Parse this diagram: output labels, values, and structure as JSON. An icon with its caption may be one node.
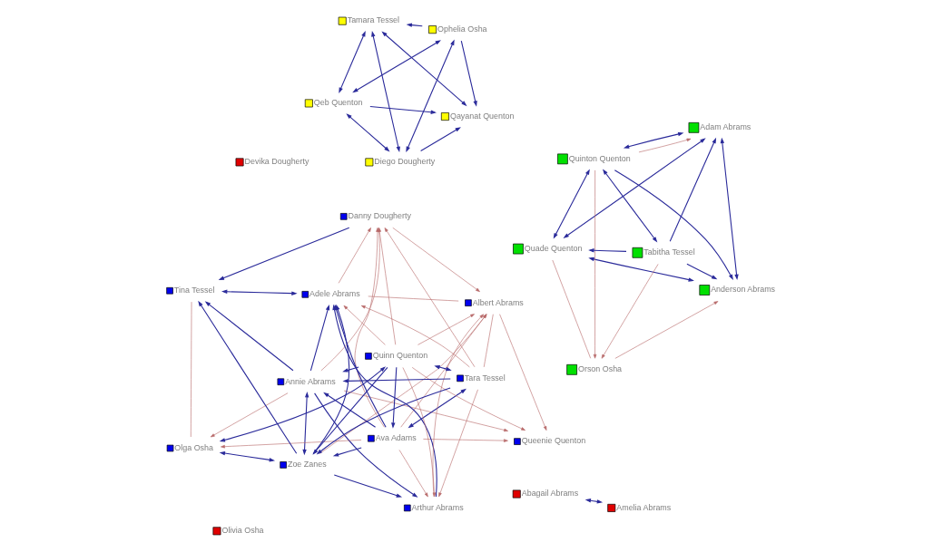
{
  "diagram": {
    "nodes": [
      {
        "text": [
          "Olivia Osha"
        ]
      },
      {
        "text": [
          "Abagail Abrams"
        ]
      },
      {
        "text": [
          "Devika Dougherty"
        ]
      },
      {
        "text": [
          "Amelia Abrams"
        ]
      },
      {
        "text": [
          "Qeb Quenton"
        ]
      },
      {
        "text": [
          "Qayanat Quenton"
        ]
      },
      {
        "text": [
          "Diego Dougherty"
        ]
      },
      {
        "text": [
          "Tamara Tessel"
        ]
      },
      {
        "text": [
          "Ophelia Osha"
        ]
      },
      {
        "text": [
          "Quade Quenton"
        ]
      },
      {
        "text": [
          "Anderson Abrams"
        ]
      },
      {
        "text": [
          "Orson Osha"
        ]
      },
      {
        "text": [
          "Quinton Quenton"
        ]
      },
      {
        "text": [
          "Adam Abrams"
        ]
      },
      {
        "text": [
          "Tabitha Tessel"
        ]
      },
      {
        "text": [
          "Danny Dougherty"
        ]
      },
      {
        "text": [
          "Queenie Quenton"
        ]
      },
      {
        "text": [
          "Olga Osha"
        ]
      },
      {
        "text": [
          "Tina Tessel"
        ]
      },
      {
        "text": [
          "Annie Abrams"
        ]
      },
      {
        "text": [
          "Ava Adams"
        ]
      },
      {
        "text": [
          "Zoe Zanes"
        ]
      },
      {
        "text": [
          "Adele Abrams"
        ]
      },
      {
        "text": [
          "Arthur Abrams"
        ]
      },
      {
        "text": [
          "Quinn Quenton"
        ]
      },
      {
        "text": [
          "Tara Tessel"
        ]
      },
      {
        "text": [
          "Albert Abrams"
        ]
      }
    ],
    "edges": [
      {
        "from": 1,
        "to": 3,
        "arrow": "both"
      },
      {
        "from": 4,
        "to": 5,
        "arrow": "to"
      },
      {
        "from": 4,
        "to": 6,
        "arrow": "both"
      },
      {
        "from": 4,
        "to": 8,
        "arrow": "both"
      },
      {
        "from": 7,
        "to": 4,
        "arrow": "both"
      },
      {
        "from": 6,
        "to": 5,
        "arrow": "to"
      },
      {
        "from": 8,
        "to": 5,
        "arrow": "to"
      },
      {
        "from": 5,
        "to": 7,
        "arrow": "both"
      },
      {
        "from": 6,
        "to": 7,
        "arrow": "both"
      },
      {
        "from": 8,
        "to": 6,
        "arrow": "both"
      },
      {
        "from": 8,
        "to": 7,
        "arrow": "to"
      },
      {
        "from": 9,
        "to": 10,
        "arrow": "both"
      },
      {
        "from": 9,
        "to": 13,
        "arrow": "both"
      },
      {
        "from": 10,
        "to": 13,
        "arrow": "both"
      },
      {
        "from": 11,
        "to": 9,
        "arrow": "none",
        "color": "#b86a6a"
      },
      {
        "from": 11,
        "to": 10,
        "arrow": "to",
        "color": "#b86a6a"
      },
      {
        "from": 12,
        "to": 9,
        "arrow": "both"
      },
      {
        "from": 14,
        "to": 9,
        "arrow": "to"
      },
      {
        "from": 12,
        "to": 10,
        "arrow": "to"
      },
      {
        "from": 14,
        "to": 10,
        "arrow": "to"
      },
      {
        "from": 12,
        "to": 14,
        "arrow": "both"
      },
      {
        "from": 12,
        "to": 13,
        "arrow": "both"
      },
      {
        "from": 12,
        "to": 13,
        "arrow": "to",
        "color": "#b86a6a"
      },
      {
        "from": 12,
        "to": 11,
        "arrow": "to",
        "color": "#b86a6a"
      },
      {
        "from": 14,
        "to": 11,
        "arrow": "to",
        "color": "#b86a6a"
      },
      {
        "from": 14,
        "to": 13,
        "arrow": "to"
      },
      {
        "from": 15,
        "to": 18,
        "arrow": "to"
      },
      {
        "from": 17,
        "to": 24,
        "arrow": "both"
      },
      {
        "from": 17,
        "to": 21,
        "arrow": "both"
      },
      {
        "from": 20,
        "to": 21,
        "arrow": "to"
      },
      {
        "from": 20,
        "to": 19,
        "arrow": "to"
      },
      {
        "from": 24,
        "to": 20,
        "arrow": "to"
      },
      {
        "from": 24,
        "to": 19,
        "arrow": "to"
      },
      {
        "from": 24,
        "to": 21,
        "arrow": "to"
      },
      {
        "from": 24,
        "to": 25,
        "arrow": "both"
      },
      {
        "from": 20,
        "to": 25,
        "arrow": "both"
      },
      {
        "from": 25,
        "to": 19,
        "arrow": "to"
      },
      {
        "from": 25,
        "to": 21,
        "arrow": "to"
      },
      {
        "from": 19,
        "to": 21,
        "arrow": "both"
      },
      {
        "from": 19,
        "to": 18,
        "arrow": "to"
      },
      {
        "from": 21,
        "to": 18,
        "arrow": "to"
      },
      {
        "from": 18,
        "to": 22,
        "arrow": "both"
      },
      {
        "from": 19,
        "to": 22,
        "arrow": "to"
      },
      {
        "from": 21,
        "to": 22,
        "arrow": "to"
      },
      {
        "from": 21,
        "to": 23,
        "arrow": "to"
      },
      {
        "from": 19,
        "to": 23,
        "arrow": "to"
      },
      {
        "from": 23,
        "to": 22,
        "arrow": "to"
      },
      {
        "from": 20,
        "to": 22,
        "arrow": "to"
      },
      {
        "from": 24,
        "to": 15,
        "arrow": "to",
        "color": "#b86a6a"
      },
      {
        "from": 20,
        "to": 15,
        "arrow": "to",
        "color": "#b86a6a"
      },
      {
        "from": 25,
        "to": 15,
        "arrow": "to",
        "color": "#b86a6a"
      },
      {
        "from": 19,
        "to": 15,
        "arrow": "to",
        "color": "#b86a6a"
      },
      {
        "from": 22,
        "to": 15,
        "arrow": "to",
        "color": "#b86a6a"
      },
      {
        "from": 24,
        "to": 16,
        "arrow": "to",
        "color": "#b86a6a"
      },
      {
        "from": 20,
        "to": 16,
        "arrow": "to",
        "color": "#b86a6a"
      },
      {
        "from": 19,
        "to": 16,
        "arrow": "to",
        "color": "#b86a6a"
      },
      {
        "from": 26,
        "to": 16,
        "arrow": "to",
        "color": "#b86a6a"
      },
      {
        "from": 20,
        "to": 17,
        "arrow": "to",
        "color": "#b86a6a"
      },
      {
        "from": 19,
        "to": 17,
        "arrow": "to",
        "color": "#b86a6a"
      },
      {
        "from": 24,
        "to": 22,
        "arrow": "to",
        "color": "#b86a6a"
      },
      {
        "from": 24,
        "to": 23,
        "arrow": "to",
        "color": "#b86a6a"
      },
      {
        "from": 24,
        "to": 26,
        "arrow": "to",
        "color": "#b86a6a"
      },
      {
        "from": 25,
        "to": 22,
        "arrow": "to",
        "color": "#b86a6a"
      },
      {
        "from": 25,
        "to": 23,
        "arrow": "to",
        "color": "#b86a6a"
      },
      {
        "from": 20,
        "to": 26,
        "arrow": "to",
        "color": "#b86a6a"
      },
      {
        "from": 20,
        "to": 23,
        "arrow": "to",
        "color": "#b86a6a"
      },
      {
        "from": 21,
        "to": 26,
        "arrow": "to",
        "color": "#b86a6a"
      },
      {
        "from": 15,
        "to": 26,
        "arrow": "to",
        "color": "#b86a6a"
      },
      {
        "from": 25,
        "to": 26,
        "arrow": "none",
        "color": "#b86a6a"
      },
      {
        "from": 23,
        "to": 26,
        "arrow": "to",
        "color": "#b86a6a"
      },
      {
        "from": 26,
        "to": 22,
        "arrow": "none",
        "color": "#b86a6a"
      },
      {
        "from": 17,
        "to": 18,
        "arrow": "none",
        "color": "#b86a6a"
      }
    ]
  }
}
